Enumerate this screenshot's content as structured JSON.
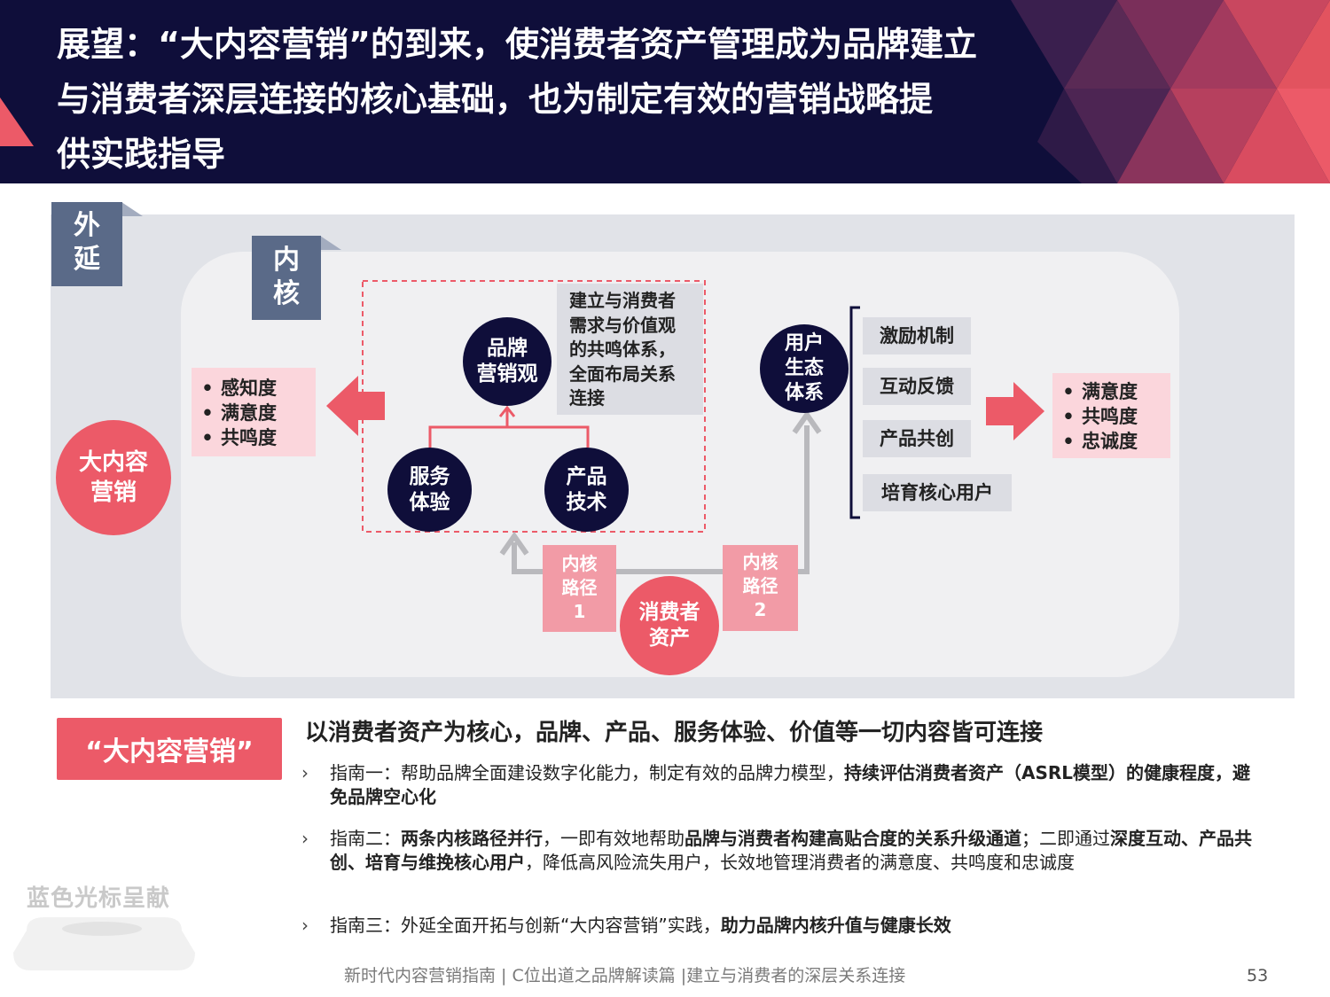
{
  "header": {
    "title_line1": "展望：“大内容营销”的到来，使消费者资产管理成为品牌建立",
    "title_line2": "与消费者深层连接的核心基础，也为制定有效的营销战略提",
    "title_line3": "供实践指导",
    "colors": {
      "navy": "#0f0e3a",
      "red": "#ec5a68"
    }
  },
  "diagram": {
    "outer_tag": [
      "外",
      "延"
    ],
    "inner_tag": [
      "内",
      "核"
    ],
    "big_content_circle": [
      "大内容",
      "营销"
    ],
    "left_outputs": [
      "感知度",
      "满意度",
      "共鸣度"
    ],
    "brand_circle": [
      "品牌",
      "营销观"
    ],
    "brand_note": [
      "建立与消费者",
      "需求与价值观",
      "的共鸣体系，",
      "全面布局关系",
      "连接"
    ],
    "service_circle": [
      "服务",
      "体验"
    ],
    "product_circle": [
      "产品",
      "技术"
    ],
    "user_eco_circle": [
      "用户",
      "生态",
      "体系"
    ],
    "mechanisms": [
      "激励机制",
      "互动反馈",
      "产品共创",
      "培育核心用户"
    ],
    "right_outputs": [
      "满意度",
      "共鸣度",
      "忠诚度"
    ],
    "path1": [
      "内核",
      "路径",
      "1"
    ],
    "path2": [
      "内核",
      "路径",
      "2"
    ],
    "consumer_asset_circle": [
      "消费者",
      "资产"
    ]
  },
  "bottom": {
    "tag": "“大内容营销”",
    "headline": "以消费者资产为核心，品牌、产品、服务体验、价值等一切内容皆可连接",
    "guides": [
      {
        "parts": [
          {
            "t": "指南一：帮助品牌全面建设数字化能力，制定有效的品牌力模型，",
            "b": false
          },
          {
            "t": "持续评估消费者资产（ASRL模型）的健康程度，避免品牌空心化",
            "b": true
          }
        ]
      },
      {
        "parts": [
          {
            "t": "指南二：",
            "b": false
          },
          {
            "t": "两条内核路径并行",
            "b": true
          },
          {
            "t": "，一即有效地帮助",
            "b": false
          },
          {
            "t": "品牌与消费者构建高贴合度的关系升级通道",
            "b": true
          },
          {
            "t": "；二即通过",
            "b": false
          },
          {
            "t": "深度互动、产品共创、培育与维挽核心用户",
            "b": true
          },
          {
            "t": "，降低高风险流失用户，长效地管理消费者的满意度、共鸣度和忠诚度",
            "b": false
          }
        ]
      },
      {
        "parts": [
          {
            "t": "指南三：外延全面开拓与创新“大内容营销”实践，",
            "b": false
          },
          {
            "t": "助力品牌内核升值与健康长效",
            "b": true
          }
        ]
      }
    ],
    "chevron": "›"
  },
  "footer": {
    "text": "新时代内容营销指南 | C位出道之品牌解读篇 |建立与消费者的深层关系连接",
    "page": "53",
    "watermark": "蓝色光标呈献"
  }
}
